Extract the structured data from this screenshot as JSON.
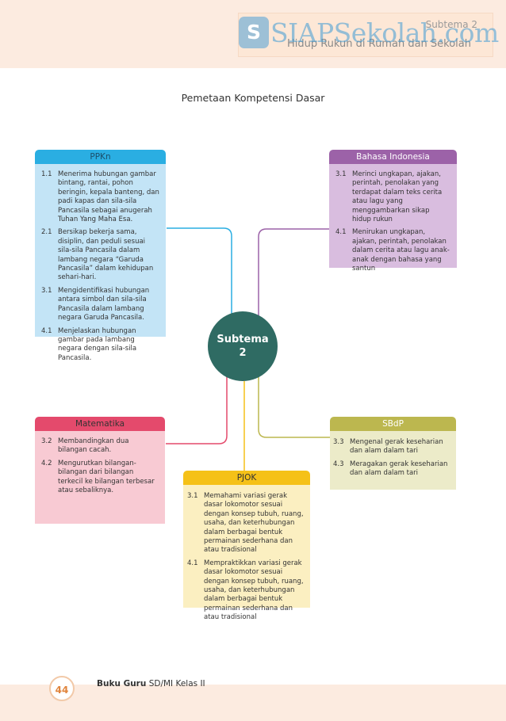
{
  "header": {
    "subtema": "Subtema 2",
    "title": "Hidup Rukun di Rumah dan Sekolah",
    "watermark_badge": "S",
    "watermark_text": "SIAPSekolah.com"
  },
  "doc_title": "Pemetaan Kompetensi Dasar",
  "hub": {
    "line1": "Subtema",
    "line2": "2"
  },
  "ppkn": {
    "title": "PPKn",
    "items": [
      {
        "num": "1.1",
        "text": "Menerima hubungan gambar bintang, rantai, pohon beringin, kepala banteng, dan padi kapas dan sila-sila Pancasila sebagai anugerah Tuhan Yang Maha Esa."
      },
      {
        "num": "2.1",
        "text": "Bersikap bekerja sama, disiplin, dan peduli sesuai sila-sila Pancasila dalam lambang negara “Garuda Pancasila” dalam kehidupan sehari-hari."
      },
      {
        "num": "3.1",
        "text": "Mengidentifikasi hubungan antara simbol dan sila-sila Pancasila dalam lambang negara Garuda Pancasila."
      },
      {
        "num": "4.1",
        "text": "Menjelaskan hubungan gambar pada lambang negara dengan sila-sila Pancasila."
      }
    ]
  },
  "bahasa": {
    "title": "Bahasa Indonesia",
    "items": [
      {
        "num": "3.1",
        "text": "Merinci ungkapan, ajakan, perintah, penolakan yang terdapat dalam teks cerita atau lagu yang menggambarkan sikap hidup rukun"
      },
      {
        "num": "4.1",
        "text": "Menirukan ungkapan, ajakan, perintah, penolakan dalam cerita atau lagu anak-anak dengan bahasa yang santun"
      }
    ]
  },
  "matematika": {
    "title": "Matematika",
    "items": [
      {
        "num": "3.2",
        "text": "Membandingkan dua bilangan cacah."
      },
      {
        "num": "4.2",
        "text": "Mengurutkan bilangan-bilangan dari bilangan terkecil ke bilangan terbesar atau sebaliknya."
      }
    ]
  },
  "sbdp": {
    "title": "SBdP",
    "items": [
      {
        "num": "3.3",
        "text": "Mengenal gerak keseharian dan alam dalam tari"
      },
      {
        "num": "4.3",
        "text": "Meragakan gerak keseharian dan alam dalam tari"
      }
    ]
  },
  "pjok": {
    "title": "PJOK",
    "items": [
      {
        "num": "3.1",
        "text": "Memahami variasi gerak dasar lokomotor sesuai dengan konsep tubuh, ruang, usaha, dan keterhubungan dalam berbagai bentuk permainan sederhana dan atau tradisional"
      },
      {
        "num": "4.1",
        "text": "Mempraktikkan variasi gerak dasar lokomotor sesuai dengan konsep tubuh, ruang, usaha, dan keterhubungan dalam berbagai bentuk permainan sederhana dan atau tradisional"
      }
    ]
  },
  "footer": {
    "page": "44",
    "book_bold": "Buku Guru",
    "book_rest": "SD/MI Kelas II"
  },
  "colors": {
    "ppkn_head": "#2aaee2",
    "ppkn_body": "#c3e4f6",
    "bahasa_head": "#9c62a8",
    "bahasa_body": "#d9bddf",
    "mat_head": "#e44a6c",
    "mat_body": "#f8cad3",
    "sbdp_head": "#bcb74f",
    "sbdp_body": "#ecebc9",
    "pjok_head": "#f5c118",
    "pjok_body": "#fbefc1",
    "hub": "#2f6b63"
  }
}
